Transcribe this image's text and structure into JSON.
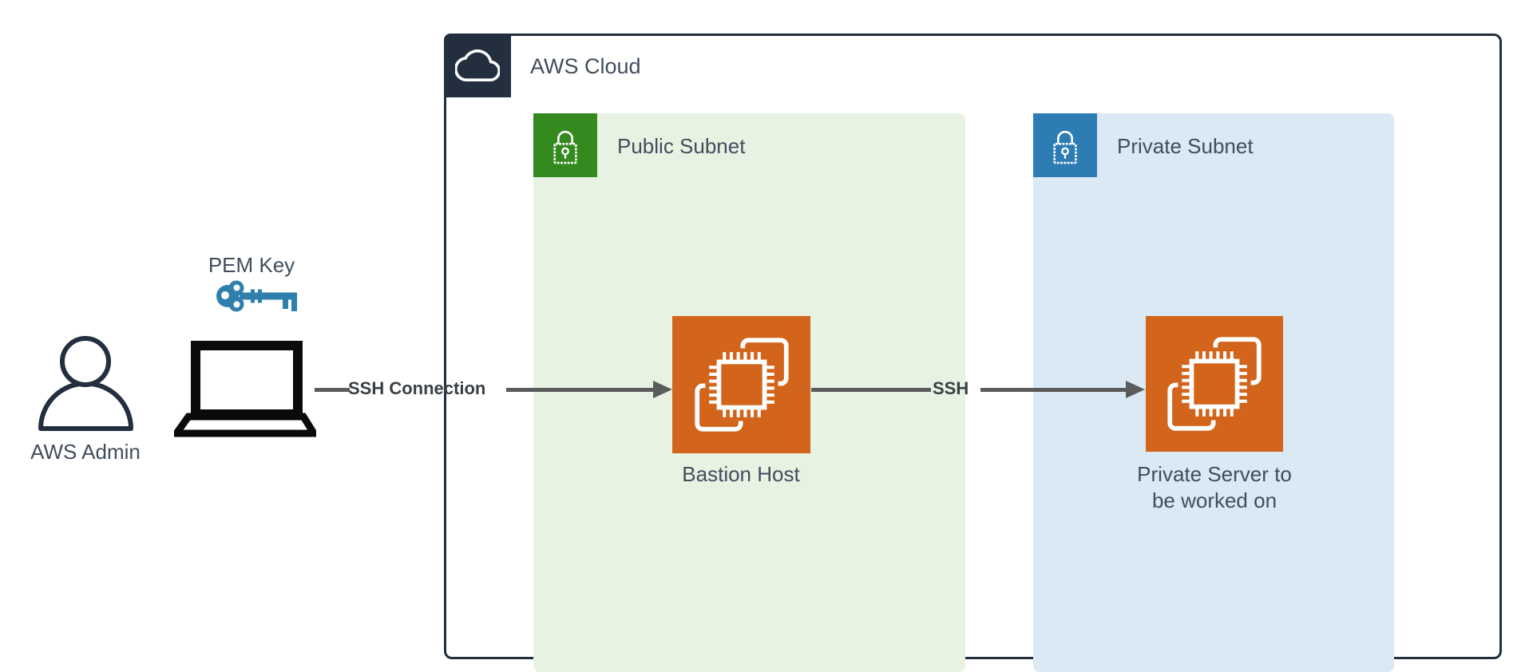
{
  "diagram": {
    "aws_cloud": {
      "label": "AWS Cloud"
    },
    "public_subnet": {
      "label": "Public Subnet"
    },
    "private_subnet": {
      "label": "Private Subnet"
    },
    "nodes": {
      "bastion": {
        "label": "Bastion Host"
      },
      "private_server": {
        "label_line1": "Private Server to",
        "label_line2": "be worked on"
      },
      "admin": {
        "label": "AWS Admin"
      },
      "pem_key": {
        "label": "PEM Key"
      }
    },
    "edges": {
      "ssh_connection": {
        "label": "SSH Connection"
      },
      "ssh": {
        "label": "SSH"
      }
    }
  },
  "colors": {
    "container_border": "#232F3E",
    "navy_badge": "#232F3E",
    "ec2_orange": "#D2641B",
    "public_green": "#358A1F",
    "public_green_bg": "#E8F2E3",
    "private_blue": "#2E7CB4",
    "private_blue_bg": "#DAE9F4",
    "arrow_gray": "#5B5B5B",
    "key_blue": "#2E7FAC",
    "label_text": "#414D5C",
    "edge_label_text": "#3A3F44",
    "icon_black": "#0A0A0A"
  }
}
